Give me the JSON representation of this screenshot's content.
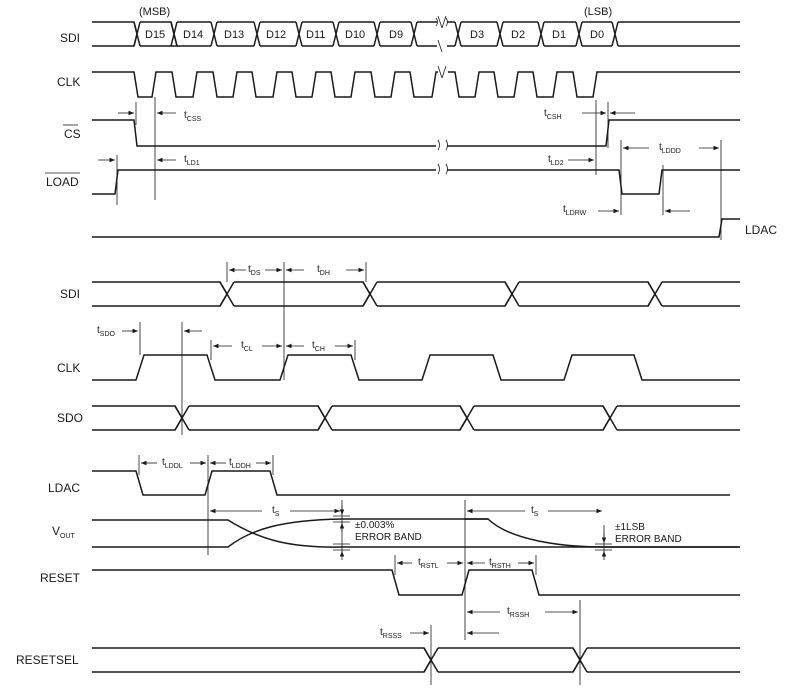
{
  "signals": {
    "sdi_top": "SDI",
    "clk_top": "CLK",
    "cs": "CS",
    "load": "LOAD",
    "ldac_top": "LDAC",
    "sdi_bottom": "SDI",
    "clk_bottom": "CLK",
    "sdo": "SDO",
    "ldac_bottom": "LDAC",
    "vout_main": "V",
    "vout_sub": "OUT",
    "reset": "RESET",
    "resetsel": "RESETSEL"
  },
  "bit_labels": {
    "msb": "(MSB)",
    "lsb": "(LSB)",
    "bits": [
      "D15",
      "D14",
      "D13",
      "D12",
      "D11",
      "D10",
      "D9",
      "D3",
      "D2",
      "D1",
      "D0"
    ]
  },
  "timing": {
    "t": "t",
    "css": "CSS",
    "csh": "CSH",
    "ld1": "LD1",
    "ld2": "LD2",
    "lddd": "LDDD",
    "ldrw": "LDRW",
    "ds": "DS",
    "dh": "DH",
    "sdo": "SDO",
    "cl": "CL",
    "ch": "CH",
    "lddl": "LDDL",
    "lddh": "LDDH",
    "s": "S",
    "rstl": "RSTL",
    "rsth": "RSTH",
    "rssh": "RSSH",
    "rsss": "RSSS"
  },
  "error_bands": {
    "band1_value": "±0.003%",
    "band1_label": "ERROR BAND",
    "band2_value": "±1LSB",
    "band2_label": "ERROR BAND"
  }
}
